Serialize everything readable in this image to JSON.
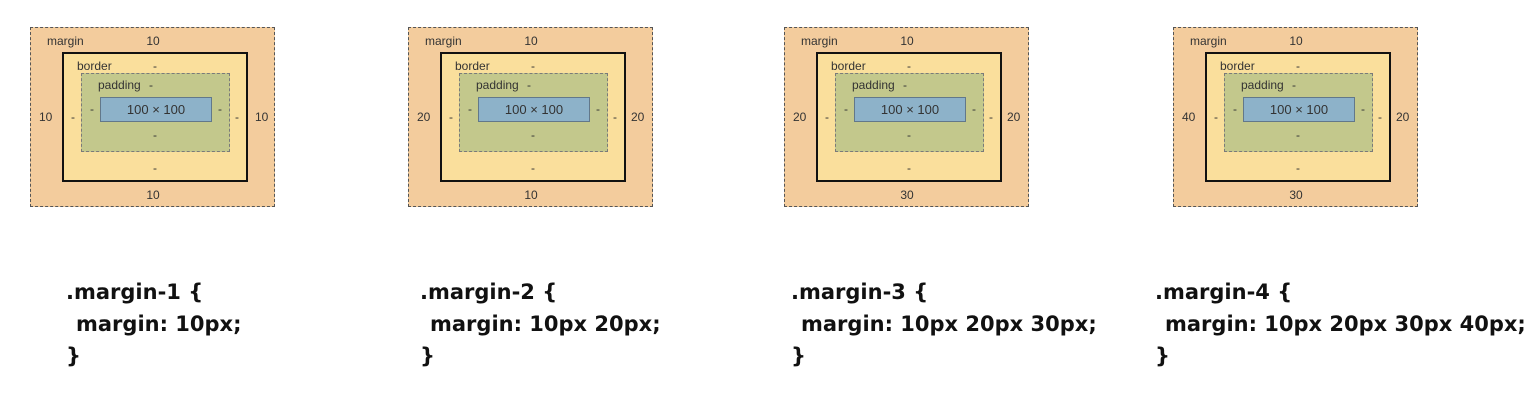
{
  "panels": [
    {
      "labels": {
        "margin": "margin",
        "border": "border",
        "padding": "padding",
        "content": "100 × 100"
      },
      "values": {
        "margin_top": "10",
        "margin_right": "10",
        "margin_bottom": "10",
        "margin_left": "10",
        "border_top": "-",
        "border_bottom": "-",
        "padding_top": "-",
        "padding_bottom": "-"
      },
      "code": {
        "selector": ".margin-1 {",
        "declaration": "margin: 10px;",
        "close": "}"
      }
    },
    {
      "labels": {
        "margin": "margin",
        "border": "border",
        "padding": "padding",
        "content": "100 × 100"
      },
      "values": {
        "margin_top": "10",
        "margin_right": "20",
        "margin_bottom": "10",
        "margin_left": "20",
        "border_top": "-",
        "border_bottom": "-",
        "padding_top": "-",
        "padding_bottom": "-"
      },
      "code": {
        "selector": ".margin-2 {",
        "declaration": "margin: 10px 20px;",
        "close": "}"
      }
    },
    {
      "labels": {
        "margin": "margin",
        "border": "border",
        "padding": "padding",
        "content": "100 × 100"
      },
      "values": {
        "margin_top": "10",
        "margin_right": "20",
        "margin_bottom": "30",
        "margin_left": "20",
        "border_top": "-",
        "border_bottom": "-",
        "padding_top": "-",
        "padding_bottom": "-"
      },
      "code": {
        "selector": ".margin-3 {",
        "declaration": "margin: 10px 20px 30px;",
        "close": "}"
      }
    },
    {
      "labels": {
        "margin": "margin",
        "border": "border",
        "padding": "padding",
        "content": "100 × 100"
      },
      "values": {
        "margin_top": "10",
        "margin_right": "20",
        "margin_bottom": "30",
        "margin_left": "40",
        "border_top": "-",
        "border_bottom": "-",
        "padding_top": "-",
        "padding_bottom": "-"
      },
      "code": {
        "selector": ".margin-4 {",
        "declaration": "margin: 10px 20px 30px 40px;",
        "close": "}"
      }
    }
  ]
}
